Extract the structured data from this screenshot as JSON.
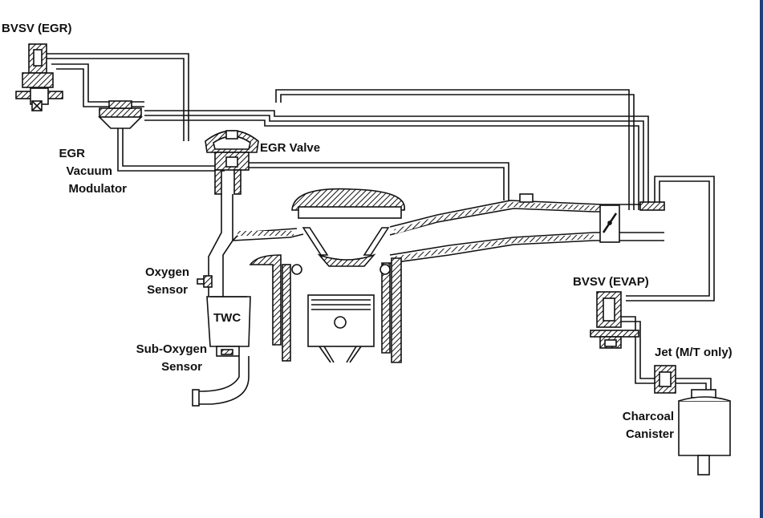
{
  "labels": {
    "bvsv_egr": "BVSV (EGR)",
    "egr_valve": "EGR Valve",
    "egr_mod_1": "EGR",
    "egr_mod_2": "Vacuum",
    "egr_mod_3": "Modulator",
    "oxygen_1": "Oxygen",
    "oxygen_2": "Sensor",
    "twc": "TWC",
    "sub_oxygen_1": "Sub-Oxygen",
    "sub_oxygen_2": "Sensor",
    "bvsv_evap": "BVSV (EVAP)",
    "jet": "Jet (M/T only)",
    "canister_1": "Charcoal",
    "canister_2": "Canister"
  },
  "colors": {
    "ink": "#111111",
    "background": "#ffffff",
    "window_edge": "#1d3f7a"
  }
}
